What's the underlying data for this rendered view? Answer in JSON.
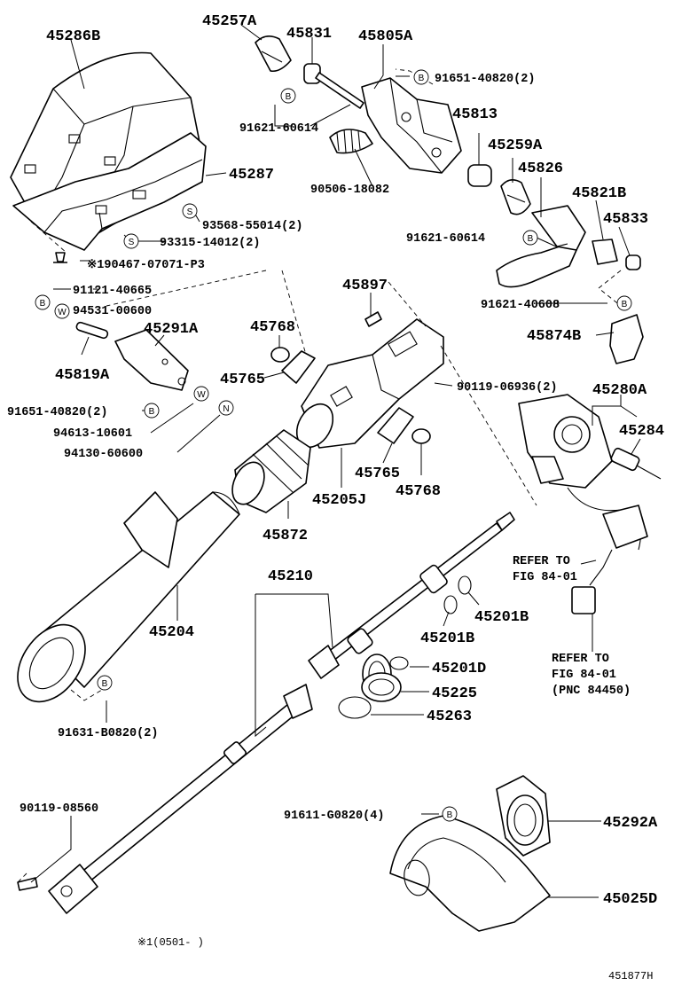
{
  "parts": {
    "p45286B": "45286B",
    "p45257A": "45257A",
    "p45831": "45831",
    "p45805A": "45805A",
    "p91651_top": "91651-40820(2)",
    "p91621_60614_top": "91621-60614",
    "p45813": "45813",
    "p45287": "45287",
    "p90506": "90506-18082",
    "p45259A": "45259A",
    "p45826": "45826",
    "p45821B": "45821B",
    "p45833": "45833",
    "p93568": "93568-55014(2)",
    "p93315": "93315-14012(2)",
    "p91621_60614_mid": "91621-60614",
    "p190467": "※190467-07071-P3",
    "p91121": "91121-40665",
    "p94531": "94531-00600",
    "p45291A": "45291A",
    "p45819A": "45819A",
    "p45897": "45897",
    "p45768_top": "45768",
    "p91621_40608": "91621-40608",
    "p45874B": "45874B",
    "p45765_top": "45765",
    "p90119_06936": "90119-06936(2)",
    "p45280A": "45280A",
    "p91651_mid": "91651-40820(2)",
    "p94613": "94613-10601",
    "p94130": "94130-60600",
    "p45284": "45284",
    "p45765_bot": "45765",
    "p45205J": "45205J",
    "p45768_bot": "45768",
    "p45872": "45872",
    "p45204": "45204",
    "p45210": "45210",
    "p45201B_right": "45201B",
    "p45201B_left": "45201B",
    "p45201D": "45201D",
    "p45225": "45225",
    "p45263": "45263",
    "p91631": "91631-B0820(2)",
    "p90119_08560": "90119-08560",
    "p91611": "91611-G0820(4)",
    "p45292A": "45292A",
    "p45025D": "45025D"
  },
  "refs": {
    "ref1_line1": "REFER TO",
    "ref1_line2": "FIG 84-01",
    "ref2_line1": "REFER TO",
    "ref2_line2": "FIG 84-01",
    "ref2_line3": "(PNC 84450)"
  },
  "markers": {
    "b": "B",
    "s": "S",
    "w": "W",
    "n": "N"
  },
  "footnote": "※1(0501-     )",
  "diagram_code": "451877H"
}
